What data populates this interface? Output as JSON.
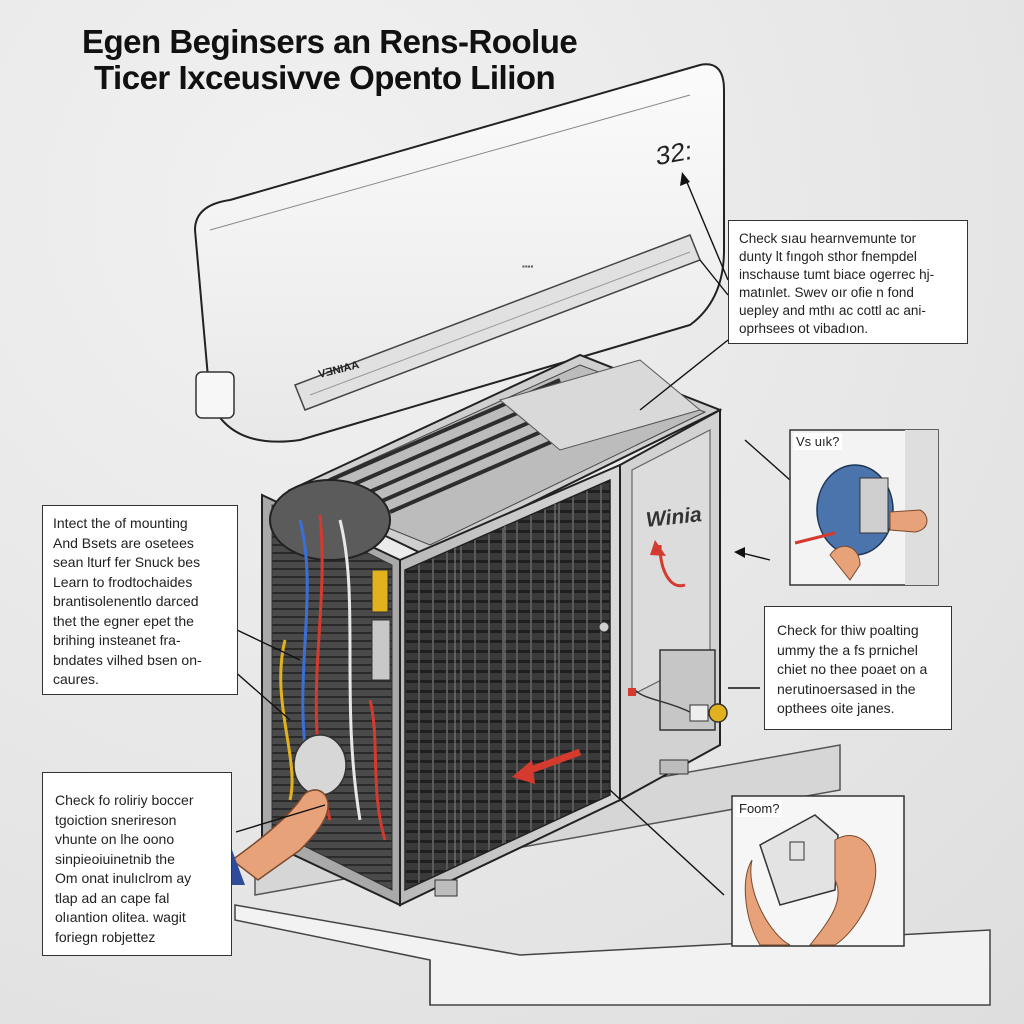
{
  "title": {
    "line1": "Egen Beginsers an Rens-Roolue",
    "line2": "Ticer Ixceusivve Opento Lilion"
  },
  "indoor_unit": {
    "display_reading": "32:",
    "center_logo": "▪▪▪▪",
    "brand_label": "VƎNIAA"
  },
  "outdoor_unit": {
    "brand_label": "Winia"
  },
  "callouts": {
    "top_right": "Check sıau hearnvemunte tor\ndunty lt fıngoh sthor fnempdel\ninschause tumt biace ogerrec hj-\nmatınlet. Swev oır ofie n fond\nuepley and mthı ac cottl ac ani-\noprhsees ot vibadıon.",
    "left_middle": "Intect the of mounting\nAnd Bsets are osetees\nsean lturf fer Snuck bes\nLearn to frodtochaides\nbrantisolenentlo darced\nthet the egner epet the\nbrihing insteanet fra-\nbndates vilhed bsen on-\ncaures.",
    "right_middle": "Check for thiw poalting\nummy the a fs prnichel\nchiet no thee poaet on a\nnerutinoersased in the\nopthees oite janes.",
    "bottom_left": "Check fo roliriy boccer\ntgoiction  snerireson\nvhunte on lhe oono\nsinpieoiuinetnib  the\nOm onat inulıclrom ay\ntlap ad an cape fal\nolıantion olitea. wagit\nforiegn robjettez"
  },
  "photo_panels": {
    "fan_label": "Vs uık?",
    "hands_label": "Foom?"
  },
  "colors": {
    "background": "#e9e9e9",
    "unit_body": "#f4f4f4",
    "accent_red": "#d43a2e",
    "fin_dark": "#2e2e2e",
    "wire_blue": "#3a6fd8",
    "wire_yellow": "#e2b21e",
    "skin": "#e8a27a"
  }
}
